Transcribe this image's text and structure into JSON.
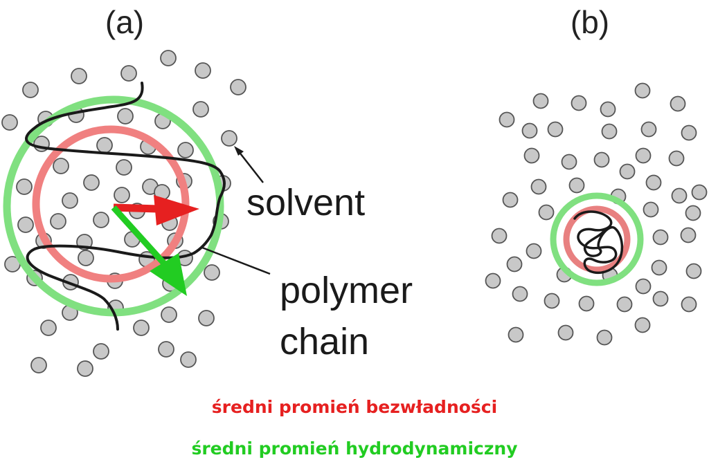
{
  "panels": {
    "a_label": "(a)",
    "b_label": "(b)"
  },
  "labels": {
    "solvent": "solvent",
    "polymer_line1": "polymer",
    "polymer_line2": "chain"
  },
  "legend": {
    "radius_of_gyration": "średni promień bezwładności",
    "hydrodynamic_radius": "średni promień hydrodynamiczny"
  },
  "colors": {
    "gyration": "#e62020",
    "hydrodynamic": "#22cc22",
    "ring_red": "#f08080",
    "ring_green": "#80e080",
    "molecule_fill": "#c8c8c8",
    "molecule_stroke": "#555555",
    "chain": "#1a1a1a"
  }
}
